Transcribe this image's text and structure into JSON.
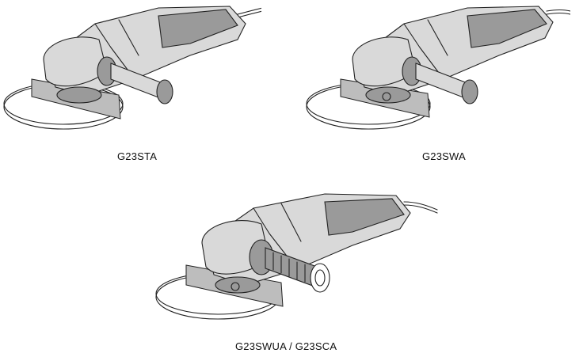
{
  "figures": [
    {
      "caption": "G23STA",
      "icon": "angle-grinder-illustration"
    },
    {
      "caption": "G23SWA",
      "icon": "angle-grinder-illustration"
    },
    {
      "caption": "G23SWUA / G23SCA",
      "icon": "angle-grinder-illustration"
    }
  ]
}
